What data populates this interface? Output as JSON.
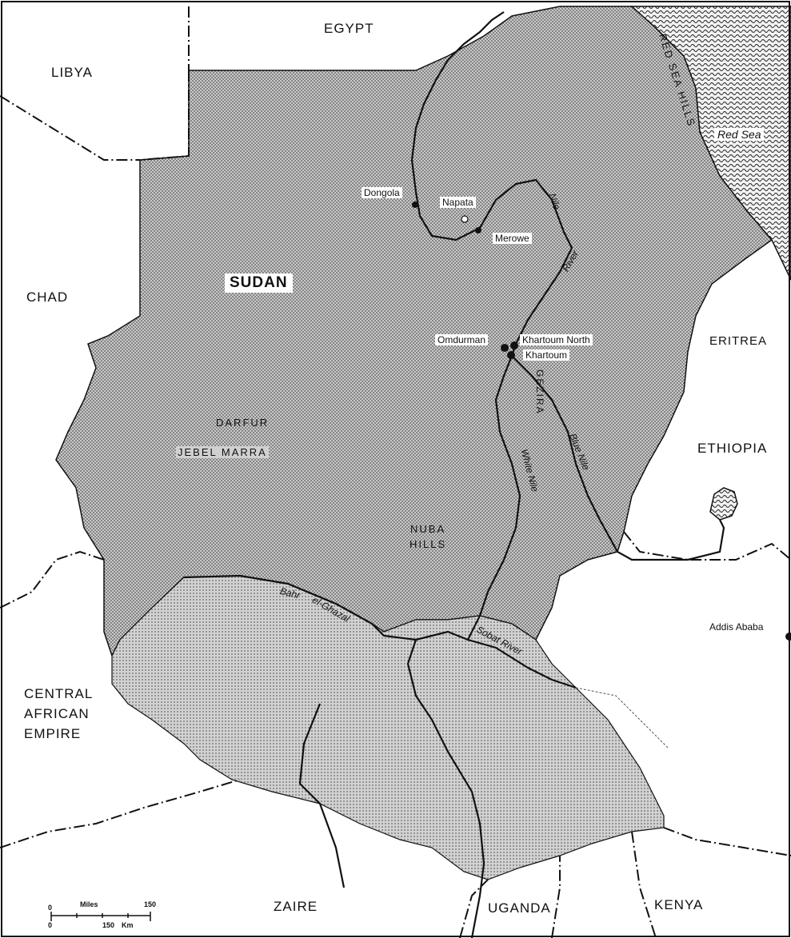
{
  "countries": {
    "egypt": "EGYPT",
    "libya": "LIBYA",
    "chad": "CHAD",
    "eritrea": "ERITREA",
    "ethiopia": "ETHIOPIA",
    "central_african_empire": [
      "CENTRAL",
      "AFRICAN",
      "EMPIRE"
    ],
    "zaire": "ZAIRE",
    "uganda": "UGANDA",
    "kenya": "KENYA",
    "sudan": "SUDAN"
  },
  "regions": {
    "red_sea_hills": "RED SEA HILLS",
    "darfur": "DARFUR",
    "jebel_marra": "JEBEL MARRA",
    "nuba_hills": [
      "NUBA",
      "HILLS"
    ],
    "gezira": "GEZIRA"
  },
  "cities": {
    "dongola": "Dongola",
    "napata": "Napata",
    "merowe": "Merowe",
    "omdurman": "Omdurman",
    "khartoum_north": "Khartoum North",
    "khartoum": "Khartoum",
    "addis_ababa": "Addis Ababa"
  },
  "water": {
    "red_sea": "Red Sea",
    "nile_river": [
      "Nile",
      "River"
    ],
    "white_nile": "White Nile",
    "blue_nile": "Blue Nile",
    "bahr_el_ghazal": [
      "Bahr",
      "el-Ghazal"
    ],
    "sobat_river": "Sobat River"
  },
  "scale": {
    "miles_label": "Miles",
    "km_label": "Km",
    "zero": "0",
    "miles_max": "150",
    "km_max": "150"
  },
  "colors": {
    "sudan_fill": "#8f8f8f",
    "neighbor_fill": "#a6a6a6",
    "sea_fill": "#4a4a4a",
    "river": "#111111"
  }
}
